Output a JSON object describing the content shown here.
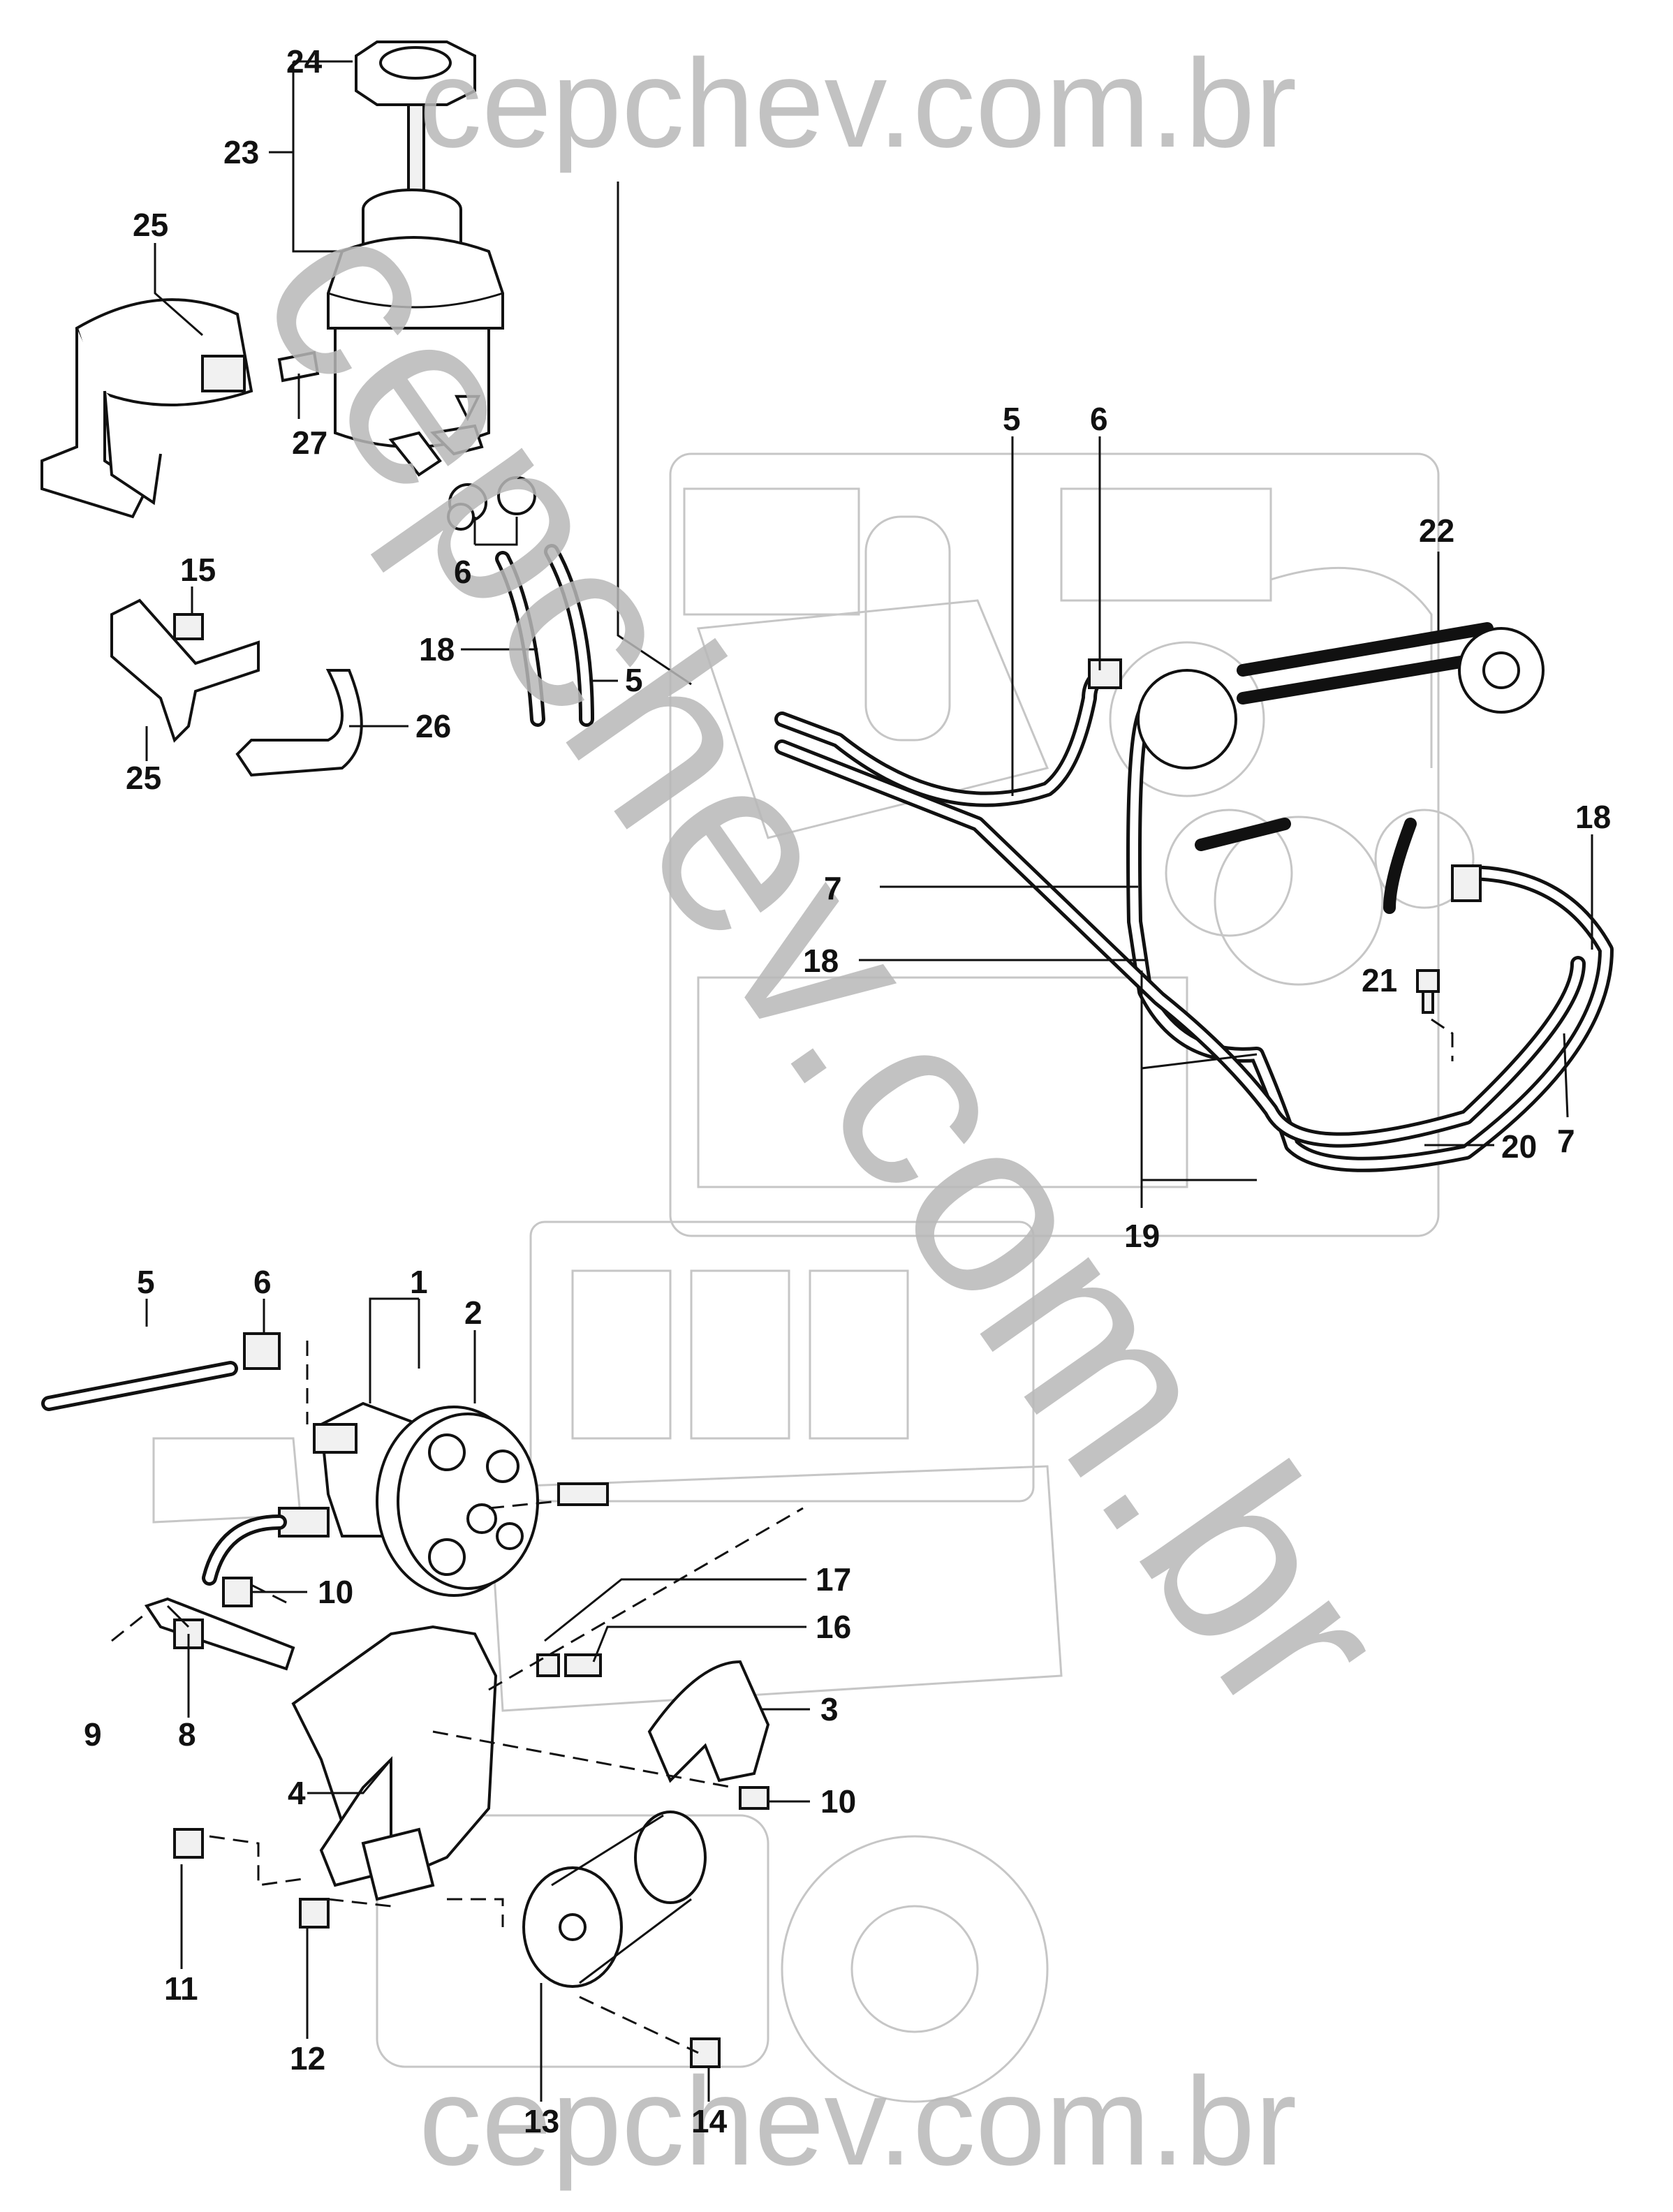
{
  "diagram": {
    "watermarks": [
      "cepchev.com.br",
      "cepchev.com.br",
      "cepchev.com.br"
    ],
    "callouts": {
      "c24": "24",
      "c23": "23",
      "c25a": "25",
      "c27": "27",
      "c6a": "6",
      "c15": "15",
      "c18a": "18",
      "c5a": "5",
      "c25b": "25",
      "c26": "26",
      "c5b": "5",
      "c6b": "6",
      "c22": "22",
      "c7a": "7",
      "c18b": "18",
      "c18c": "18",
      "c21": "21",
      "c7b": "7",
      "c20": "20",
      "c19": "19",
      "c5c": "5",
      "c6c": "6",
      "c1": "1",
      "c2": "2",
      "c10a": "10",
      "c17": "17",
      "c16": "16",
      "c3": "3",
      "c9": "9",
      "c8": "8",
      "c4": "4",
      "c10b": "10",
      "c11": "11",
      "c12": "12",
      "c13": "13",
      "c14": "14"
    }
  }
}
